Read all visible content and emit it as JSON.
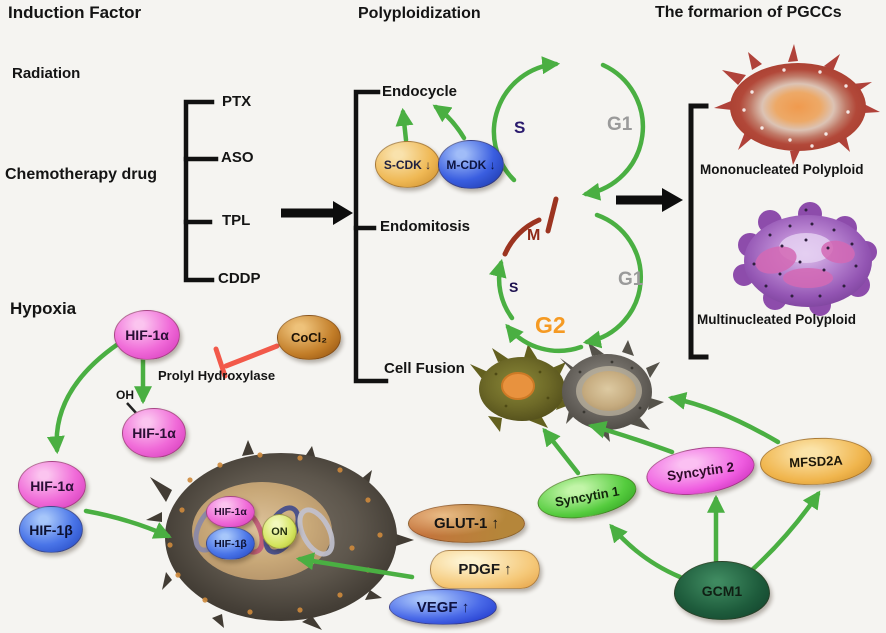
{
  "titles": {
    "induction": "Induction Factor",
    "polyploidization": "Polyploidization",
    "pgccs": "The formarion of PGCCs"
  },
  "induction": {
    "radiation": "Radiation",
    "chemo": "Chemotherapy drug",
    "hypoxia": "Hypoxia",
    "drugs": [
      "PTX",
      "ASO",
      "TPL",
      "CDDP"
    ]
  },
  "mechanisms": {
    "endocycle": "Endocycle",
    "endomitosis": "Endomitosis",
    "cell_fusion": "Cell Fusion"
  },
  "cdk": {
    "s_cdk": "S-CDK ↓",
    "m_cdk": "M-CDK ↓"
  },
  "cycle_top": {
    "s": "S",
    "g1": "G1"
  },
  "cycle_bottom": {
    "m": "M",
    "s": "S",
    "g2": "G2",
    "g1": "G1"
  },
  "pgcc": {
    "mono": "Mononucleated Polyploid",
    "multi": "Multinucleated Polyploid"
  },
  "hif": {
    "hif1a": "HIF-1α",
    "hif1b": "HIF-1β",
    "oh": "OH",
    "cocl2": "CoCl₂",
    "prolyl": "Prolyl Hydroxylase",
    "on": "ON"
  },
  "targets": {
    "glut1": "GLUT-1 ↑",
    "pdgf": "PDGF ↑",
    "vegf": "VEGF ↑"
  },
  "fusion": {
    "syncytin1": "Syncytin 1",
    "syncytin2": "Syncytin 2",
    "mfsd2a": "MFSD2A",
    "gcm1": "GCM1"
  },
  "colors": {
    "arrow_green": "#4aaf42",
    "inhibit_red": "#f2594a",
    "m_arc_red": "#9c3420",
    "g2_orange": "#f59a23",
    "g1_gray": "#9a9a9a",
    "s_navy": "#2a1a6e",
    "black": "#111111"
  }
}
